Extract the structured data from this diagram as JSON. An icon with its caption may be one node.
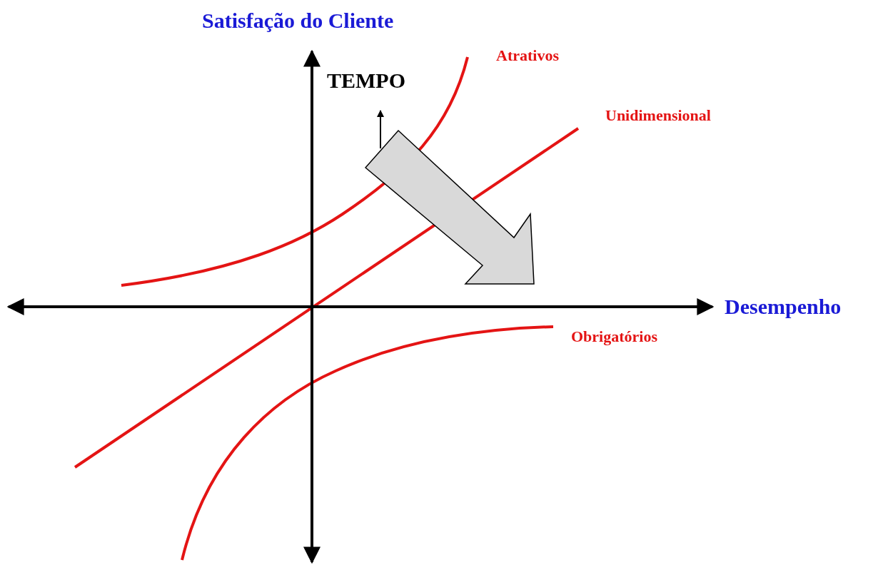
{
  "diagram": {
    "labels": [
      "Satisfação do Cliente",
      "Atrativos",
      "TEMPO",
      "Unidimensional",
      "Desempenho",
      "Obrigatórios"
    ]
  }
}
